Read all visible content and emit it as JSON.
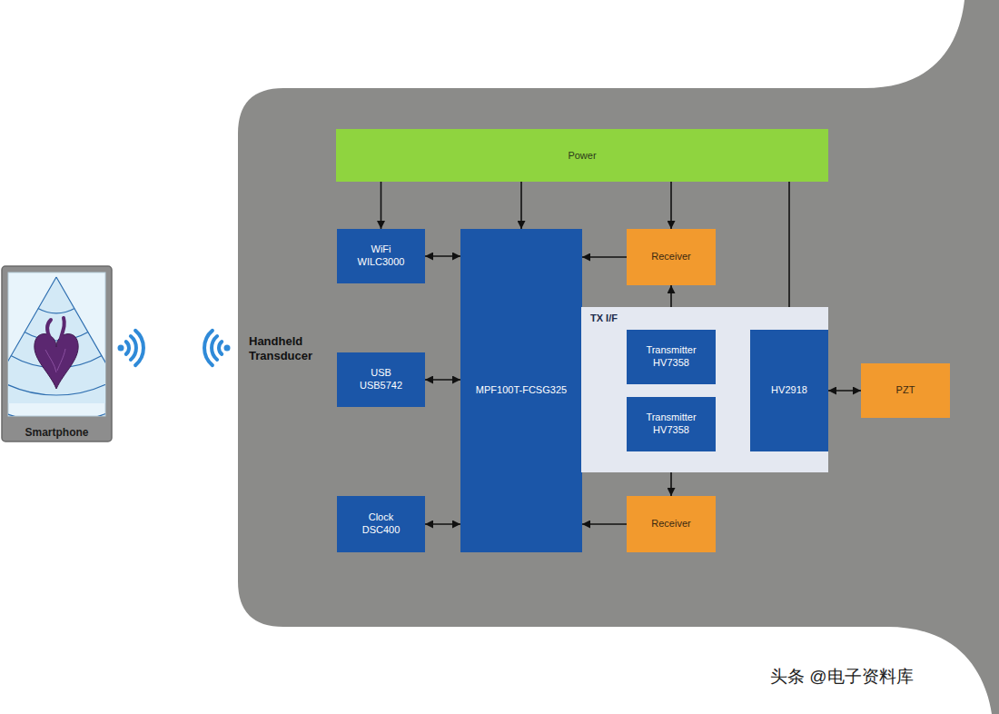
{
  "diagram": {
    "nodes": [
      {
        "text": [
          "Smartphone"
        ]
      },
      {
        "text": [
          "Handheld Transducer"
        ]
      },
      {
        "text": [
          "Power"
        ],
        "in": 1
      },
      {
        "text": [
          "WiFi",
          "WILC3000"
        ],
        "in": 1
      },
      {
        "text": [
          "USB",
          "USB5742"
        ],
        "in": 1
      },
      {
        "text": [
          "Clock",
          "DSC400"
        ],
        "in": 1
      },
      {
        "text": [
          "MPF100T-FCSG325"
        ],
        "in": 1
      },
      {
        "text": [
          "Receiver"
        ],
        "in": 1
      },
      {
        "text": [
          "TX I/F"
        ],
        "in": 1
      },
      {
        "text": [
          "Transmitter",
          "HV7358"
        ],
        "in": 8
      },
      {
        "text": [
          "Transmitter",
          "HV7358"
        ],
        "in": 8
      },
      {
        "text": [
          "HV2918"
        ],
        "in": 8
      },
      {
        "text": [
          "Receiver"
        ],
        "in": 1
      },
      {
        "text": [
          "PZT"
        ],
        "in": 1
      }
    ],
    "edges": [
      {
        "from": 2,
        "to": 3,
        "arrow": "to"
      },
      {
        "from": 2,
        "to": 6,
        "arrow": "to"
      },
      {
        "from": 2,
        "to": 7,
        "arrow": "to"
      },
      {
        "from": 2,
        "to": 11,
        "arrow": "to"
      },
      {
        "from": 3,
        "to": 6,
        "arrow": "both"
      },
      {
        "from": 4,
        "to": 6,
        "arrow": "both"
      },
      {
        "from": 5,
        "to": 6,
        "arrow": "both"
      },
      {
        "from": 7,
        "to": 6,
        "arrow": "to"
      },
      {
        "from": 6,
        "to": 9,
        "arrow": "to"
      },
      {
        "from": 6,
        "to": 10,
        "arrow": "to"
      },
      {
        "from": 9,
        "to": 7,
        "arrow": "to"
      },
      {
        "from": 9,
        "to": 11,
        "arrow": "both"
      },
      {
        "from": 10,
        "to": 11,
        "arrow": "both"
      },
      {
        "from": 10,
        "to": 12,
        "arrow": "to"
      },
      {
        "from": 12,
        "to": 6,
        "arrow": "to"
      },
      {
        "from": 11,
        "to": 13,
        "arrow": "both"
      }
    ],
    "labels": [
      "头条 @电子资料库"
    ]
  }
}
